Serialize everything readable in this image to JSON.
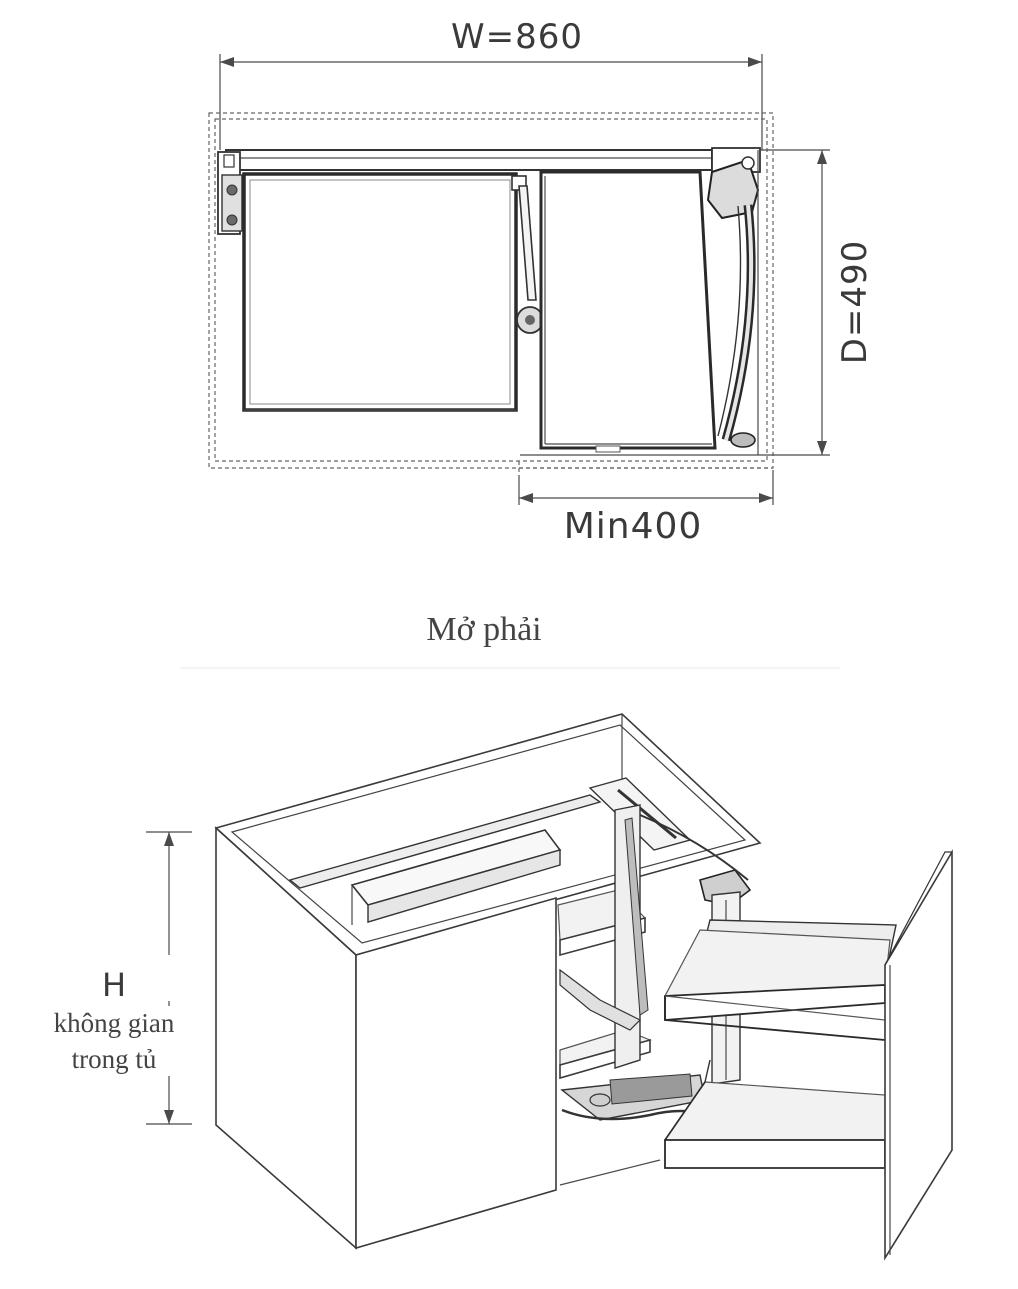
{
  "plan_view": {
    "width_label": "W=860",
    "depth_label": "D=490",
    "min_label": "Min400"
  },
  "caption": "Mở phải",
  "perspective_view": {
    "height_letter": "H",
    "height_desc_line1": "không gian",
    "height_desc_line2": "trong tủ"
  }
}
